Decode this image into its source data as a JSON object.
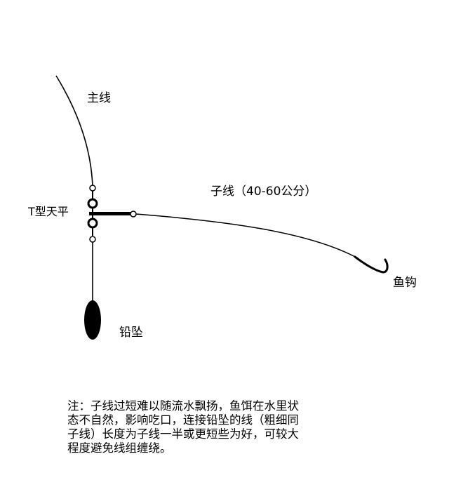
{
  "labels": {
    "main_line": "主线",
    "branch_line": "子线（40-60公分）",
    "t_balance": "T型天平",
    "hook": "鱼钩",
    "sinker": "铅坠"
  },
  "note": {
    "lines": [
      "注：子线过短难以随流水飘扬，鱼饵在水里状",
      "态不自然，影响吃口，连接铅坠的线（粗细同",
      "子线）长度为子线一半或更短些为好，可较大",
      "程度避免线组缠绕。"
    ]
  }
}
